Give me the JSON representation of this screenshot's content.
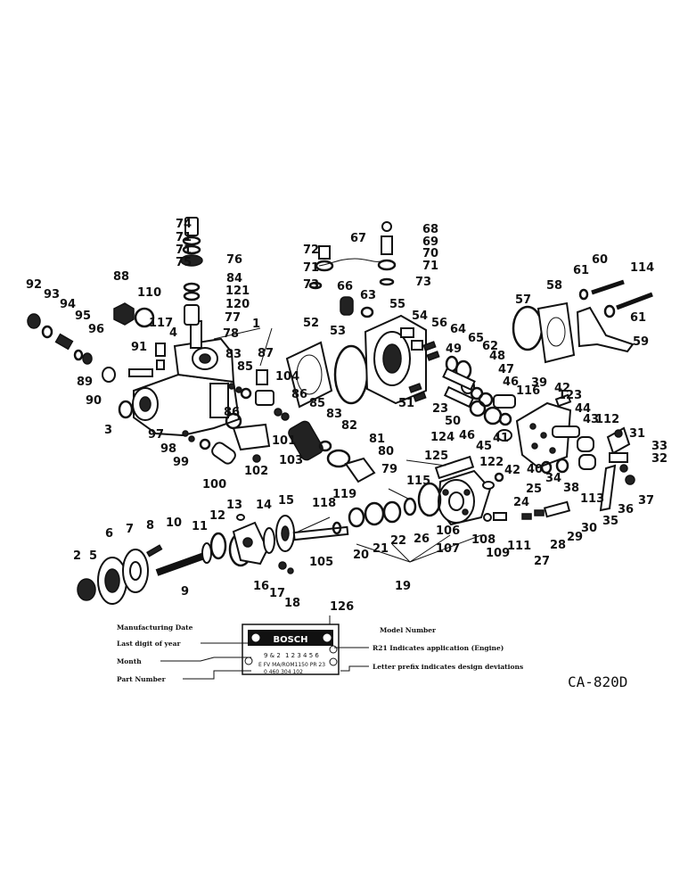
{
  "figure_code": "CA-820D",
  "callouts": [
    "1",
    "2",
    "3",
    "4",
    "5",
    "6",
    "7",
    "8",
    "9",
    "10",
    "11",
    "12",
    "13",
    "14",
    "15",
    "16",
    "17",
    "18",
    "19",
    "20",
    "21",
    "22",
    "23",
    "24",
    "25",
    "26",
    "27",
    "28",
    "29",
    "30",
    "31",
    "32",
    "33",
    "34",
    "35",
    "36",
    "37",
    "38",
    "39",
    "40",
    "41",
    "42",
    "42",
    "43",
    "44",
    "45",
    "46",
    "46",
    "47",
    "48",
    "49",
    "50",
    "51",
    "52",
    "53",
    "54",
    "55",
    "56",
    "57",
    "58",
    "59",
    "60",
    "61",
    "61",
    "62",
    "63",
    "64",
    "65",
    "66",
    "67",
    "68",
    "69",
    "70",
    "71",
    "71",
    "71",
    "71",
    "72",
    "73",
    "73",
    "74",
    "75",
    "76",
    "77",
    "78",
    "79",
    "80",
    "81",
    "82",
    "83",
    "83",
    "84",
    "85",
    "85",
    "86",
    "86",
    "87",
    "88",
    "89",
    "90",
    "91",
    "92",
    "93",
    "94",
    "95",
    "96",
    "97",
    "98",
    "99",
    "100",
    "101",
    "102",
    "103",
    "104",
    "105",
    "106",
    "107",
    "108",
    "109",
    "110",
    "111",
    "112",
    "113",
    "114",
    "115",
    "116",
    "117",
    "118",
    "119",
    "120",
    "121",
    "122",
    "123",
    "124",
    "125",
    "126"
  ],
  "nameplate": {
    "brand": "BOSCH",
    "digits": "1 2 3 4 5 6",
    "digits_prefix": "9 & 2",
    "model_line": "E FV MA/ROM1150 PR 23",
    "part_line": "0 460 304 102",
    "labels": {
      "manufacturing_date": "Manufacturing Date",
      "last_digit_of_year": "Last digit of year",
      "month": "Month",
      "part_number": "Part Number",
      "model_number": "Model Number",
      "application": "R21  Indicates application (Engine)",
      "design_deviations": "Letter prefix indicates design deviations"
    }
  }
}
